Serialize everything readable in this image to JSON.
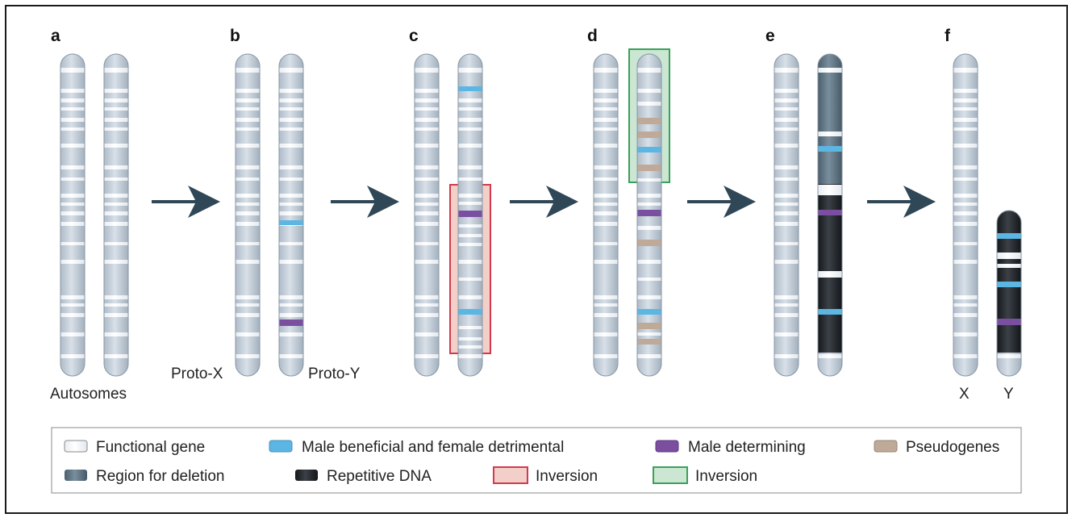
{
  "colors": {
    "chromosome": "#c5d0db",
    "functional_gene": "#ffffff",
    "male_beneficial": "#5cb6e3",
    "male_determining": "#7b4fa0",
    "pseudogene": "#bfa998",
    "deletion_region": "#5d7383",
    "repetitive": "#262b30",
    "inversion_red": "#d23a4c",
    "inversion_red_fill": "#f3cfca",
    "inversion_green": "#3aa15a",
    "inversion_green_fill": "#cbe6d2",
    "arrow": "#2f4756"
  },
  "panels": [
    {
      "id": "a",
      "label": "a"
    },
    {
      "id": "b",
      "label": "b"
    },
    {
      "id": "c",
      "label": "c"
    },
    {
      "id": "d",
      "label": "d"
    },
    {
      "id": "e",
      "label": "e"
    },
    {
      "id": "f",
      "label": "f"
    }
  ],
  "chromosome_labels": {
    "autosomes": "Autosomes",
    "proto_x": "Proto-X",
    "proto_y": "Proto-Y",
    "x": "X",
    "y": "Y"
  },
  "legend": {
    "functional_gene": "Functional gene",
    "male_beneficial": "Male beneficial and female detrimental",
    "male_determining": "Male determining",
    "pseudogenes": "Pseudogenes",
    "deletion": "Region for deletion",
    "repetitive": "Repetitive DNA",
    "inversion_red": "Inversion",
    "inversion_green": "Inversion"
  }
}
